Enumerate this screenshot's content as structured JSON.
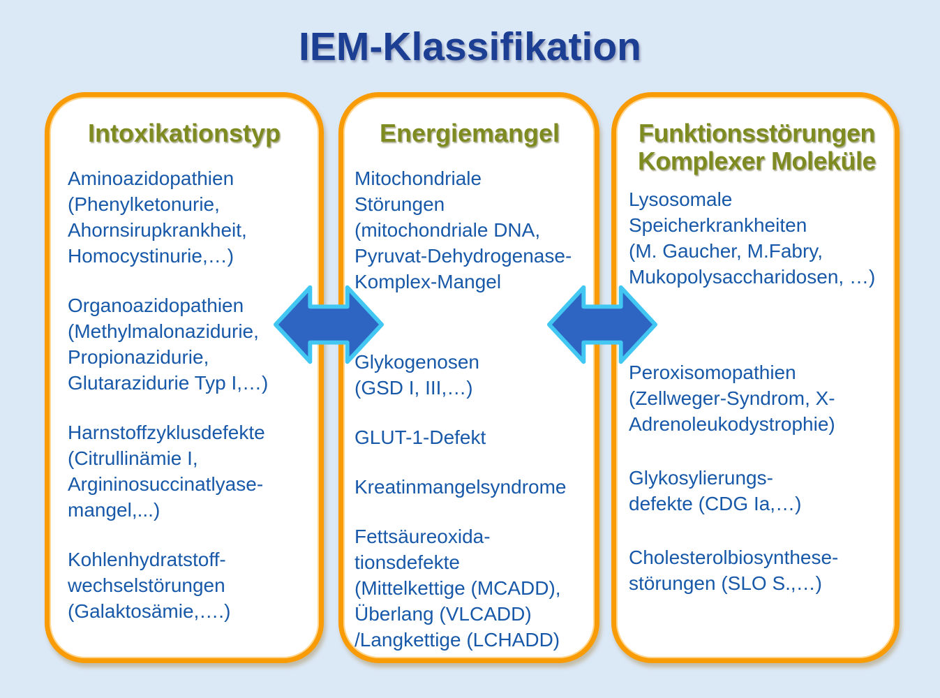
{
  "title": "IEM-Klassifikation",
  "colors": {
    "background": "#dbe8f6",
    "box_fill": "#ffffff",
    "box_border": "#f89b05",
    "heading": "#7d8b21",
    "body_text": "#1758a8",
    "title_text": "#1c3e93",
    "arrow_fill": "#2f65c2",
    "arrow_outline": "#41c7f2"
  },
  "boxes": [
    {
      "id": "intoxikationstyp",
      "heading": "Intoxikationstyp",
      "items": [
        "Aminoazidopathien\n(Phenylketonurie,\nAhornsirupkrankheit,\nHomocystinurie,…)",
        "Organoazidopathien\n(Methylmalonazidurie,\nPropionazidurie,\nGlutarazidurie Typ I,…)",
        "Harnstoffzyklusdefekte\n(Citrullinämie I,\nArgininosuccinatlyase-\nmangel,...)",
        "Kohlenhydratstoff-\nwechselstörungen\n(Galaktosämie,….)"
      ]
    },
    {
      "id": "energiemangel",
      "heading": "Energiemangel",
      "items": [
        "Mitochondriale\nStörungen\n(mitochondriale DNA,\nPyruvat-Dehydrogenase-\nKomplex-Mangel",
        "Glykogenosen\n(GSD I, III,…)",
        "GLUT-1-Defekt",
        "Kreatinmangelsyndrome",
        "Fettsäureoxida-\ntionsdefekte\n(Mittelkettige (MCADD),\nÜberlang (VLCADD)\n/Langkettige (LCHADD)"
      ]
    },
    {
      "id": "funktionsstoerungen-komplexer-molekuele",
      "heading": "Funktionsstörungen\nKomplexer Moleküle",
      "items": [
        "Lysosomale\nSpeicherkrankheiten\n(M. Gaucher, M.Fabry,\nMukopolysaccharidosen, …)",
        "Peroxisomopathien\n(Zellweger-Syndrom, X-\nAdrenoleukodystrophie)",
        "Glykosylierungs-\ndefekte (CDG Ia,…)",
        "Cholesterolbiosynthese-\nstörungen (SLO S.,…)"
      ]
    }
  ],
  "arrows": [
    {
      "name": "double-arrow-left-gap"
    },
    {
      "name": "double-arrow-right-gap"
    }
  ]
}
